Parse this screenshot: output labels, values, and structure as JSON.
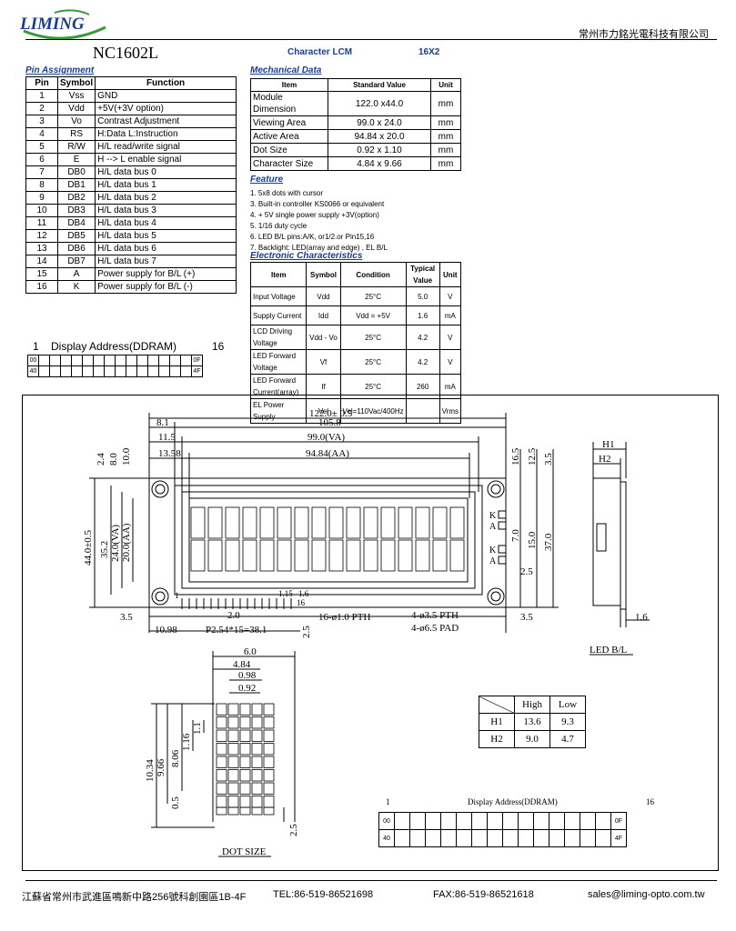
{
  "header": {
    "logo_text": "LIMING",
    "company": "常州市力銘光電科技有限公司",
    "model": "NC1602L",
    "subtitle": "Character LCM",
    "format": "16X2"
  },
  "pin_assignment": {
    "title": "Pin Assignment",
    "headers": [
      "Pin",
      "Symbol",
      "Function"
    ],
    "rows": [
      [
        "1",
        "Vss",
        "GND"
      ],
      [
        "2",
        "Vdd",
        "+5V(+3V option)"
      ],
      [
        "3",
        "Vo",
        "Contrast Adjustment"
      ],
      [
        "4",
        "RS",
        "H:Data L:Instruction"
      ],
      [
        "5",
        "R/W",
        "H/L read/write signal"
      ],
      [
        "6",
        "E",
        "H --> L enable signal"
      ],
      [
        "7",
        "DB0",
        "H/L data bus 0"
      ],
      [
        "8",
        "DB1",
        "H/L data bus 1"
      ],
      [
        "9",
        "DB2",
        "H/L data bus 2"
      ],
      [
        "10",
        "DB3",
        "H/L data bus 3"
      ],
      [
        "11",
        "DB4",
        "H/L data bus 4"
      ],
      [
        "12",
        "DB5",
        "H/L data bus 5"
      ],
      [
        "13",
        "DB6",
        "H/L data bus 6"
      ],
      [
        "14",
        "DB7",
        "H/L data bus 7"
      ],
      [
        "15",
        "A",
        "Power supply for B/L (+)"
      ],
      [
        "16",
        "K",
        "Power supply for B/L (-)"
      ]
    ]
  },
  "mechanical": {
    "title": "Mechanical Data",
    "headers": [
      "Item",
      "Standard Value",
      "Unit"
    ],
    "rows": [
      [
        "Module Dimension",
        "122.0 x44.0",
        "mm"
      ],
      [
        "Viewing Area",
        "99.0 x 24.0",
        "mm"
      ],
      [
        "Active  Area",
        "94.84 x 20.0",
        "mm"
      ],
      [
        "Dot Size",
        "0.92 x 1.10",
        "mm"
      ],
      [
        "Character Size",
        "4.84 x 9.66",
        "mm"
      ]
    ]
  },
  "feature": {
    "title": "Feature",
    "items": [
      "1. 5x8  dots with cursor",
      "3. Built-in controller KS0066 or equivalent",
      "4. + 5V single power supply  +3V(option)",
      "5. 1/16 duty cycle",
      "6. LED B/L pins:A/K, or1/2.or Pin15,16",
      "7. Backlight: LED(array and edge) , EL B/L"
    ]
  },
  "electronic": {
    "title": "Electronic Characteristics",
    "headers": [
      "Item",
      "Symbol",
      "Condition",
      "Typical Value",
      "Unit"
    ],
    "rows": [
      [
        "Input Voltage",
        "Vdd",
        "25°C",
        "5.0",
        "V"
      ],
      [
        "Supply Current",
        "Idd",
        "Vdd = +5V",
        "1.6",
        "mA"
      ],
      [
        "LCD Driving Voltage",
        "Vdd - Vo",
        "25°C",
        "4.2",
        "V"
      ],
      [
        "LED Forward Voltage",
        "Vf",
        "25°C",
        "4.2",
        "V"
      ],
      [
        "LED Forward Current(array)",
        "If",
        "25°C",
        "260",
        "mA"
      ],
      [
        "EL Power Supply",
        "Vel",
        "Vel=110Vac/400Hz",
        "",
        "Vrms"
      ]
    ]
  },
  "ddram_small": {
    "label_left": "1",
    "label": "Display Address(DDRAM)",
    "label_right": "16",
    "row1_start": "00",
    "row1_end": "0F",
    "row2_start": "40",
    "row2_end": "4F"
  },
  "ddram_large": {
    "label_left": "1",
    "label": "Display Address(DDRAM)",
    "label_right": "16",
    "row1_start": "00",
    "row1_end": "0F",
    "row2_start": "40",
    "row2_end": "4F"
  },
  "drawing": {
    "dims": {
      "d1": "122.0± 0.5",
      "d2": "8.1",
      "d3": "105.8",
      "d4": "11.5",
      "d5": "99.0(VA)",
      "d6": "13.58",
      "d7": "94.84(AA)",
      "d8": "2.4",
      "d9": "8.0",
      "d10": "10.0",
      "d11": "44.0±0.5",
      "d12": "35.2",
      "d13": "24.0(VA)",
      "d14": "20.0(AA)",
      "d15": "16.5",
      "d16": "12.5",
      "d17": "3.5",
      "d18": "7.0",
      "d19": "15.0",
      "d20": "37.0",
      "d21": "2.5",
      "d22": "1.15",
      "d23": "1.6",
      "d24": "16-ø1.0 PTH",
      "d25": "2.0",
      "d26": "3.5",
      "d27": "10.98",
      "d28": "P2.54*15=38.1",
      "d29": "2.5",
      "d30": "4-ø3.5 PTH",
      "d31": "4-ø6.5 PAD",
      "d32": "3.5",
      "h1": "H1",
      "h2": "H2",
      "d33": "1.6",
      "led_bl": "LED B/L",
      "k": "K",
      "a": "A",
      "pin1": "1",
      "pin16": "16"
    },
    "dot": {
      "title": "DOT SIZE",
      "d1": "6.0",
      "d2": "4.84",
      "d3": "0.98",
      "d4": "0.92",
      "d5": "10.34",
      "d6": "9.66",
      "d7": "8.06",
      "d8": "1.16",
      "d9": "1.1",
      "d10": "0.5",
      "d11": "2.5"
    }
  },
  "hl_table": {
    "headers": [
      "",
      "High",
      "Low"
    ],
    "rows": [
      [
        "H1",
        "13.6",
        "9.3"
      ],
      [
        "H2",
        "9.0",
        "4.7"
      ]
    ]
  },
  "footer": {
    "address": "江蘇省常州市武進區鳴新中路256號科創園區1B-4F",
    "tel": "TEL:86-519-86521698",
    "fax": "FAX:86-519-86521618",
    "email": "sales@liming-opto.com.tw"
  }
}
